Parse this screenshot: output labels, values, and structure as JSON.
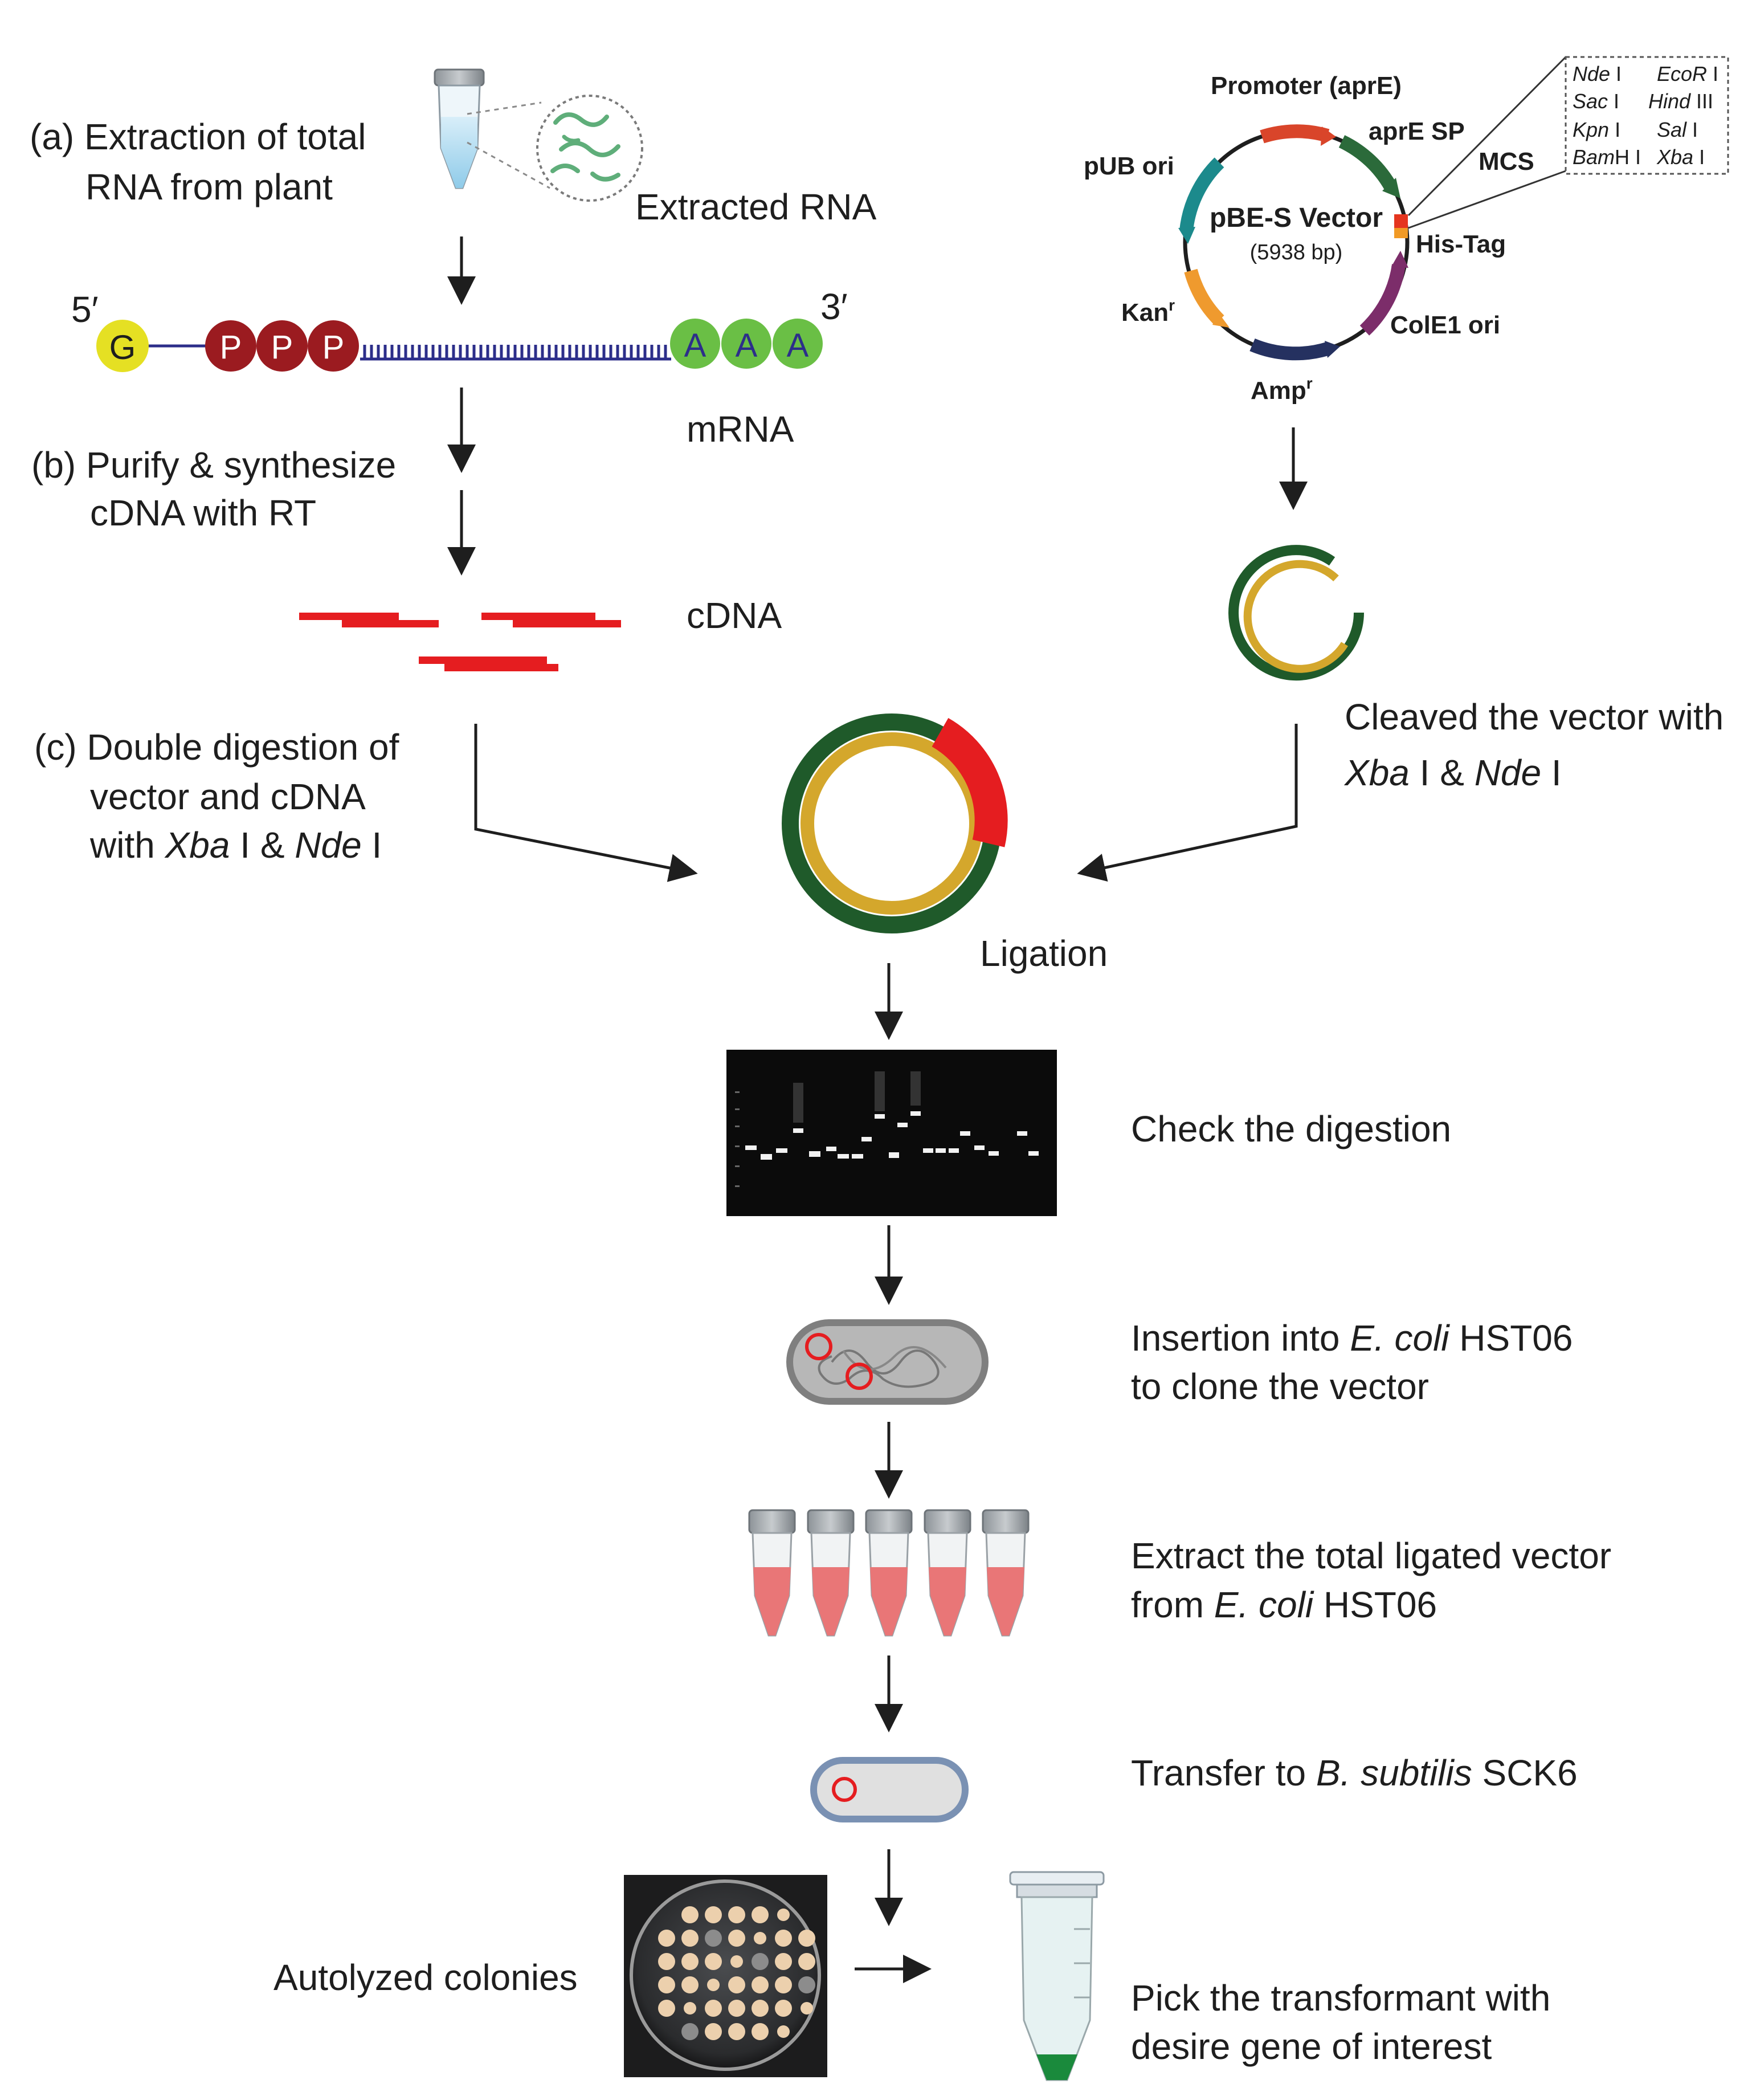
{
  "step_a": {
    "line1": "(a) Extraction of total",
    "line2": "RNA from plant"
  },
  "extracted_rna_label": "Extracted RNA",
  "mrna": {
    "five_prime": "5′",
    "three_prime": "3′",
    "cap": "G",
    "phosphate": "P",
    "poly_a": "A",
    "label": "mRNA"
  },
  "step_b": {
    "line1": "(b) Purify & synthesize",
    "line2": "cDNA with RT"
  },
  "cdna_label": "cDNA",
  "step_c": {
    "line1": "(c) Double digestion of",
    "line2": "vector and cDNA",
    "line3_prefix": "with ",
    "enzyme1": "Xba",
    "mid": " I & ",
    "enzyme2": "Nde",
    "suffix": " I"
  },
  "vector_map": {
    "name": "pBE-S Vector",
    "size": "(5938 bp)",
    "features": {
      "promoter": "Promoter (aprE)",
      "apre_sp": "aprE SP",
      "mcs": "MCS",
      "his_tag": "His-Tag",
      "cole1": "ColE1 ori",
      "amp": "Amp",
      "kan": "Kan",
      "resistance_sup": "r",
      "pub": "pUB ori"
    },
    "mcs_sites": [
      {
        "italic": "Nde",
        "roman": " I"
      },
      {
        "italic": "EcoR",
        "roman": " I"
      },
      {
        "italic": "Sac",
        "roman": " I"
      },
      {
        "italic": "Hind",
        "roman": " III"
      },
      {
        "italic": "Kpn",
        "roman": " I"
      },
      {
        "italic": "Sal",
        "roman": " I"
      },
      {
        "italic": "Bam",
        "roman": "H I"
      },
      {
        "italic": "Xba",
        "roman": " I"
      }
    ]
  },
  "cleaved": {
    "line1": "Cleaved the vector with",
    "enzyme1": "Xba",
    "mid": " I & ",
    "enzyme2": "Nde",
    "suffix": " I"
  },
  "ligation_label": "Ligation",
  "check_label": "Check the digestion",
  "insertion": {
    "prefix": "Insertion into ",
    "organism": "E. coli",
    "strain": " HST06",
    "line2": "to clone the vector"
  },
  "extract": {
    "line1": "Extract the total ligated vector",
    "prefix": "from ",
    "organism": "E. coli",
    "strain": " HST06"
  },
  "transfer": {
    "prefix": "Transfer to ",
    "organism": "B. subtilis",
    "strain": " SCK6"
  },
  "colonies_label": "Autolyzed colonies",
  "pick": {
    "line1": "Pick the transformant with",
    "line2": "desire gene of interest"
  },
  "colors": {
    "cap_yellow": "#e5e023",
    "phosphate_red": "#9b1b20",
    "poly_a_green": "#6abf45",
    "mrna_blue": "#2c2e8a",
    "cdna_red": "#e51d20",
    "vector_green": "#1f5a2a",
    "vector_gold": "#d4a72c",
    "tube_blue": "#a9d7ef",
    "tube_pink": "#e97677",
    "bsub_blue": "#7a91b3",
    "final_green": "#1a8a3c"
  }
}
